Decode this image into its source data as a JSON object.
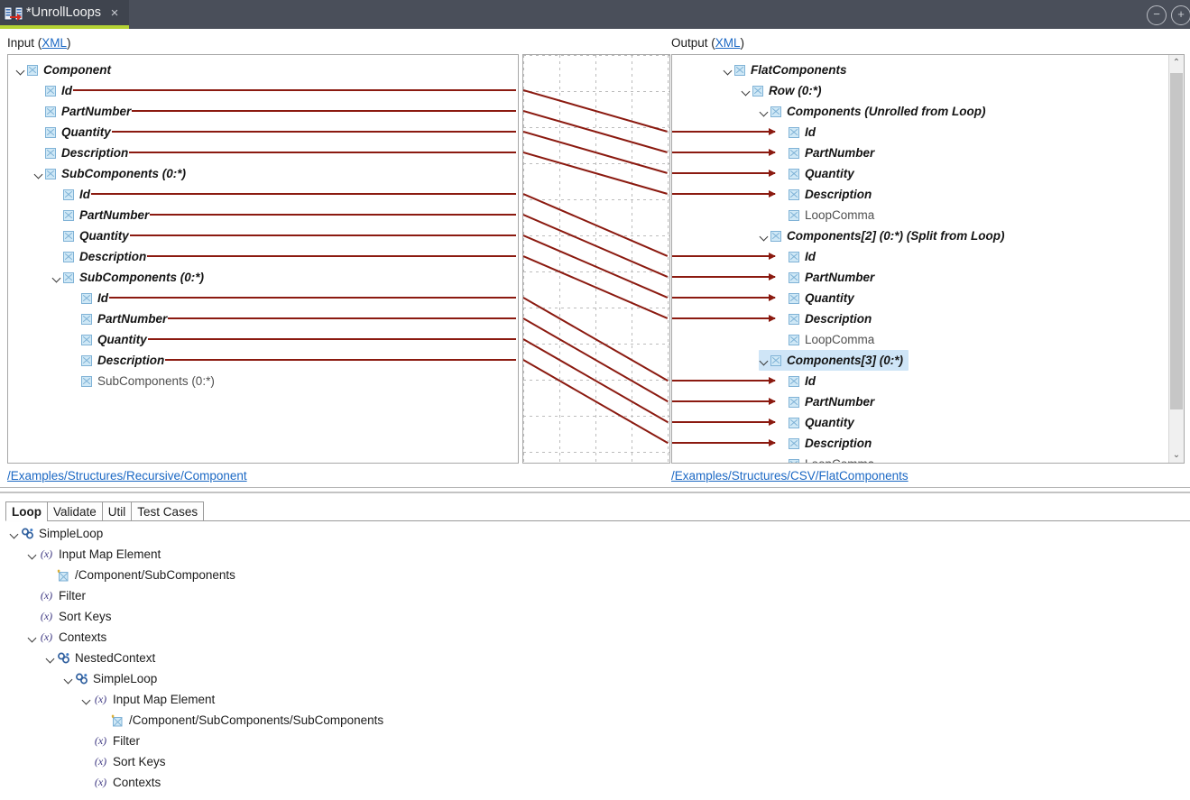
{
  "window": {
    "tab_title": "*UnrollLoops",
    "tab_icon": "map-transform-icon",
    "close_glyph": "×",
    "minimize_glyph": "−",
    "maximize_glyph": "+",
    "accent_color": "#b5d334",
    "titlebar_color": "#4a4f5a"
  },
  "input_panel": {
    "heading_prefix": "Input (",
    "heading_link": "XML",
    "heading_suffix": ")",
    "footer_link": "/Examples/Structures/Recursive/Component",
    "rows": [
      {
        "label": "Component",
        "indent": 0,
        "twisty": true,
        "mapped": true,
        "line": false
      },
      {
        "label": "Id",
        "indent": 1,
        "twisty": false,
        "mapped": true,
        "line": true
      },
      {
        "label": "PartNumber",
        "indent": 1,
        "twisty": false,
        "mapped": true,
        "line": true
      },
      {
        "label": "Quantity",
        "indent": 1,
        "twisty": false,
        "mapped": true,
        "line": true
      },
      {
        "label": "Description",
        "indent": 1,
        "twisty": false,
        "mapped": true,
        "line": true
      },
      {
        "label": "SubComponents (0:*)",
        "indent": 1,
        "twisty": true,
        "mapped": true,
        "line": false
      },
      {
        "label": "Id",
        "indent": 2,
        "twisty": false,
        "mapped": true,
        "line": true
      },
      {
        "label": "PartNumber",
        "indent": 2,
        "twisty": false,
        "mapped": true,
        "line": true
      },
      {
        "label": "Quantity",
        "indent": 2,
        "twisty": false,
        "mapped": true,
        "line": true
      },
      {
        "label": "Description",
        "indent": 2,
        "twisty": false,
        "mapped": true,
        "line": true
      },
      {
        "label": "SubComponents (0:*)",
        "indent": 2,
        "twisty": true,
        "mapped": true,
        "line": false
      },
      {
        "label": "Id",
        "indent": 3,
        "twisty": false,
        "mapped": true,
        "line": true
      },
      {
        "label": "PartNumber",
        "indent": 3,
        "twisty": false,
        "mapped": true,
        "line": true
      },
      {
        "label": "Quantity",
        "indent": 3,
        "twisty": false,
        "mapped": true,
        "line": true
      },
      {
        "label": "Description",
        "indent": 3,
        "twisty": false,
        "mapped": true,
        "line": true
      },
      {
        "label": "SubComponents (0:*)",
        "indent": 3,
        "twisty": false,
        "mapped": false,
        "line": false
      }
    ]
  },
  "output_panel": {
    "heading_prefix": "Output (",
    "heading_link": "XML",
    "heading_suffix": ")",
    "footer_link": "/Examples/Structures/CSV/FlatComponents",
    "scrollbar": {
      "up_glyph": "⌃",
      "down_glyph": "⌄"
    },
    "rows": [
      {
        "label": "FlatComponents",
        "indent": 0,
        "twisty": true,
        "mapped": true,
        "arrow": false,
        "selected": false
      },
      {
        "label": "Row (0:*)",
        "indent": 1,
        "twisty": true,
        "mapped": true,
        "arrow": false,
        "selected": false
      },
      {
        "label": "Components (Unrolled from Loop)",
        "indent": 2,
        "twisty": true,
        "mapped": true,
        "arrow": false,
        "selected": false
      },
      {
        "label": "Id",
        "indent": 3,
        "twisty": false,
        "mapped": true,
        "arrow": true,
        "selected": false
      },
      {
        "label": "PartNumber",
        "indent": 3,
        "twisty": false,
        "mapped": true,
        "arrow": true,
        "selected": false
      },
      {
        "label": "Quantity",
        "indent": 3,
        "twisty": false,
        "mapped": true,
        "arrow": true,
        "selected": false
      },
      {
        "label": "Description",
        "indent": 3,
        "twisty": false,
        "mapped": true,
        "arrow": true,
        "selected": false
      },
      {
        "label": "LoopComma",
        "indent": 3,
        "twisty": false,
        "mapped": false,
        "arrow": false,
        "selected": false
      },
      {
        "label": "Components[2] (0:*) (Split from Loop)",
        "indent": 2,
        "twisty": true,
        "mapped": true,
        "arrow": false,
        "selected": false
      },
      {
        "label": "Id",
        "indent": 3,
        "twisty": false,
        "mapped": true,
        "arrow": true,
        "selected": false
      },
      {
        "label": "PartNumber",
        "indent": 3,
        "twisty": false,
        "mapped": true,
        "arrow": true,
        "selected": false
      },
      {
        "label": "Quantity",
        "indent": 3,
        "twisty": false,
        "mapped": true,
        "arrow": true,
        "selected": false
      },
      {
        "label": "Description",
        "indent": 3,
        "twisty": false,
        "mapped": true,
        "arrow": true,
        "selected": false
      },
      {
        "label": "LoopComma",
        "indent": 3,
        "twisty": false,
        "mapped": false,
        "arrow": false,
        "selected": false
      },
      {
        "label": "Components[3] (0:*)",
        "indent": 2,
        "twisty": true,
        "mapped": true,
        "arrow": false,
        "selected": true
      },
      {
        "label": "Id",
        "indent": 3,
        "twisty": false,
        "mapped": true,
        "arrow": true,
        "selected": false
      },
      {
        "label": "PartNumber",
        "indent": 3,
        "twisty": false,
        "mapped": true,
        "arrow": true,
        "selected": false
      },
      {
        "label": "Quantity",
        "indent": 3,
        "twisty": false,
        "mapped": true,
        "arrow": true,
        "selected": false
      },
      {
        "label": "Description",
        "indent": 3,
        "twisty": false,
        "mapped": true,
        "arrow": true,
        "selected": false
      },
      {
        "label": "LoopComma",
        "indent": 3,
        "twisty": false,
        "mapped": false,
        "arrow": false,
        "selected": false
      }
    ]
  },
  "connections": {
    "color": "#8b1a10",
    "links": [
      {
        "from_row": 1,
        "to_row": 3
      },
      {
        "from_row": 2,
        "to_row": 4
      },
      {
        "from_row": 3,
        "to_row": 5
      },
      {
        "from_row": 4,
        "to_row": 6
      },
      {
        "from_row": 6,
        "to_row": 9
      },
      {
        "from_row": 7,
        "to_row": 10
      },
      {
        "from_row": 8,
        "to_row": 11
      },
      {
        "from_row": 9,
        "to_row": 12
      },
      {
        "from_row": 11,
        "to_row": 15
      },
      {
        "from_row": 12,
        "to_row": 16
      },
      {
        "from_row": 13,
        "to_row": 17
      },
      {
        "from_row": 14,
        "to_row": 18
      }
    ]
  },
  "bottom": {
    "tabs": [
      {
        "label": "Loop",
        "active": true
      },
      {
        "label": "Validate",
        "active": false
      },
      {
        "label": "Util",
        "active": false
      },
      {
        "label": "Test Cases",
        "active": false
      }
    ],
    "rows": [
      {
        "label": "SimpleLoop",
        "indent": 0,
        "twisty": true,
        "icon": "loop-icon"
      },
      {
        "label": "Input Map Element",
        "indent": 1,
        "twisty": true,
        "icon": "variable-icon"
      },
      {
        "label": "/Component/SubComponents",
        "indent": 2,
        "twisty": false,
        "icon": "path-icon"
      },
      {
        "label": "Filter",
        "indent": 1,
        "twisty": false,
        "icon": "variable-icon"
      },
      {
        "label": "Sort Keys",
        "indent": 1,
        "twisty": false,
        "icon": "variable-icon"
      },
      {
        "label": "Contexts",
        "indent": 1,
        "twisty": true,
        "icon": "variable-icon"
      },
      {
        "label": "NestedContext",
        "indent": 2,
        "twisty": true,
        "icon": "loop-icon"
      },
      {
        "label": "SimpleLoop",
        "indent": 3,
        "twisty": true,
        "icon": "loop-icon"
      },
      {
        "label": "Input Map Element",
        "indent": 4,
        "twisty": true,
        "icon": "variable-icon"
      },
      {
        "label": "/Component/SubComponents/SubComponents",
        "indent": 5,
        "twisty": false,
        "icon": "path-icon"
      },
      {
        "label": "Filter",
        "indent": 4,
        "twisty": false,
        "icon": "variable-icon"
      },
      {
        "label": "Sort Keys",
        "indent": 4,
        "twisty": false,
        "icon": "variable-icon"
      },
      {
        "label": "Contexts",
        "indent": 4,
        "twisty": false,
        "icon": "variable-icon"
      }
    ],
    "variable_glyph": "(x)"
  }
}
